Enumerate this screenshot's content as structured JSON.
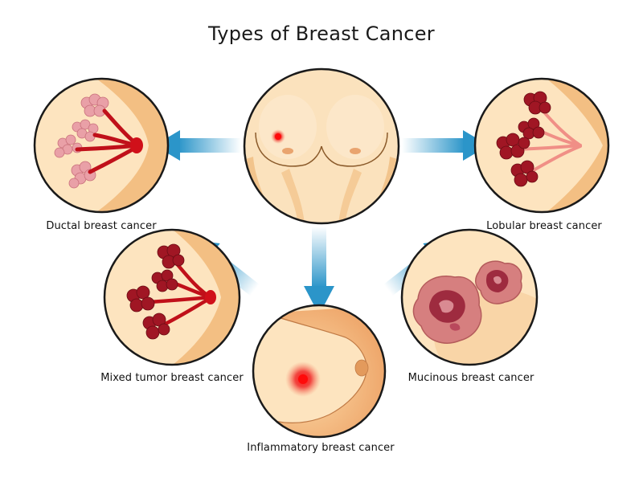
{
  "title": "Types of Breast Cancer",
  "labels": {
    "ductal": "Ductal breast cancer",
    "lobular": "Lobular breast cancer",
    "mixed": "Mixed tumor breast cancer",
    "mucinous": "Mucinous breast cancer",
    "inflammatory": "Inflammatory breast cancer"
  },
  "colors": {
    "skin_light": "#fde4bf",
    "skin_mid": "#f7c98f",
    "skin_dark": "#e9a866",
    "outline": "#1a1a1a",
    "arrow": "#2b95c9",
    "tissue_pink": "#e9a0a7",
    "tissue_red": "#a01624",
    "duct_red": "#c0101a",
    "tumor": "#e81a1a",
    "mucinous_outer": "#d67f7f",
    "mucinous_inner": "#9e2b3f"
  }
}
